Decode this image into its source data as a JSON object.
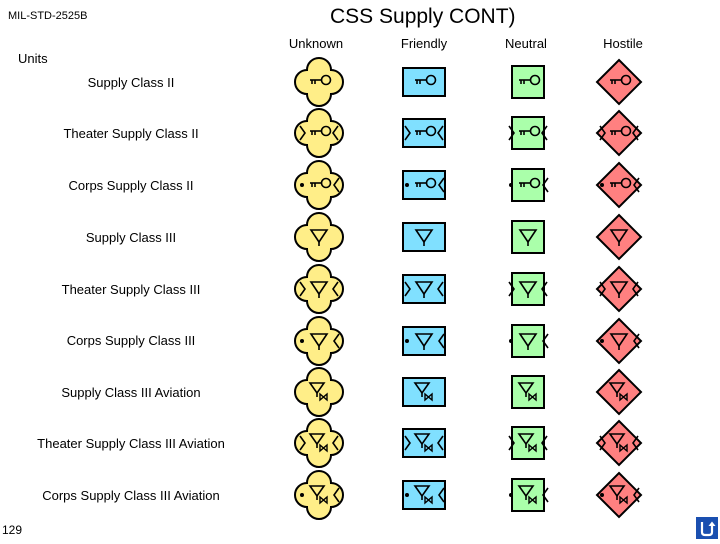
{
  "header": {
    "standard": "MIL-STD-2525B",
    "title": "CSS Supply CONT)",
    "section": "Units"
  },
  "columns": [
    "Unknown",
    "Friendly",
    "Neutral",
    "Hostile"
  ],
  "colors": {
    "unknown": "#ffee88",
    "friendly": "#80e0ff",
    "neutral": "#aaffaa",
    "hostile": "#ff8080",
    "outline": "#000000",
    "nav_button": "#1a4fb0"
  },
  "rows": [
    {
      "label": "Supply Class II",
      "symbol": "class-ii",
      "echelon": "none"
    },
    {
      "label": "Theater Supply Class II",
      "symbol": "class-ii",
      "echelon": "theater"
    },
    {
      "label": "Corps Supply Class II",
      "symbol": "class-ii",
      "echelon": "corps"
    },
    {
      "label": "Supply Class III",
      "symbol": "class-iii",
      "echelon": "none"
    },
    {
      "label": "Theater Supply Class III",
      "symbol": "class-iii",
      "echelon": "theater"
    },
    {
      "label": "Corps Supply Class III",
      "symbol": "class-iii",
      "echelon": "corps"
    },
    {
      "label": "Supply Class III Aviation",
      "symbol": "class-iii-aviation",
      "echelon": "none"
    },
    {
      "label": "Theater Supply Class III Aviation",
      "symbol": "class-iii-aviation",
      "echelon": "theater"
    },
    {
      "label": "Corps Supply Class III Aviation",
      "symbol": "class-iii-aviation",
      "echelon": "corps"
    }
  ],
  "footer": {
    "page_number": "129",
    "nav_icon": "return-arrow-icon"
  }
}
